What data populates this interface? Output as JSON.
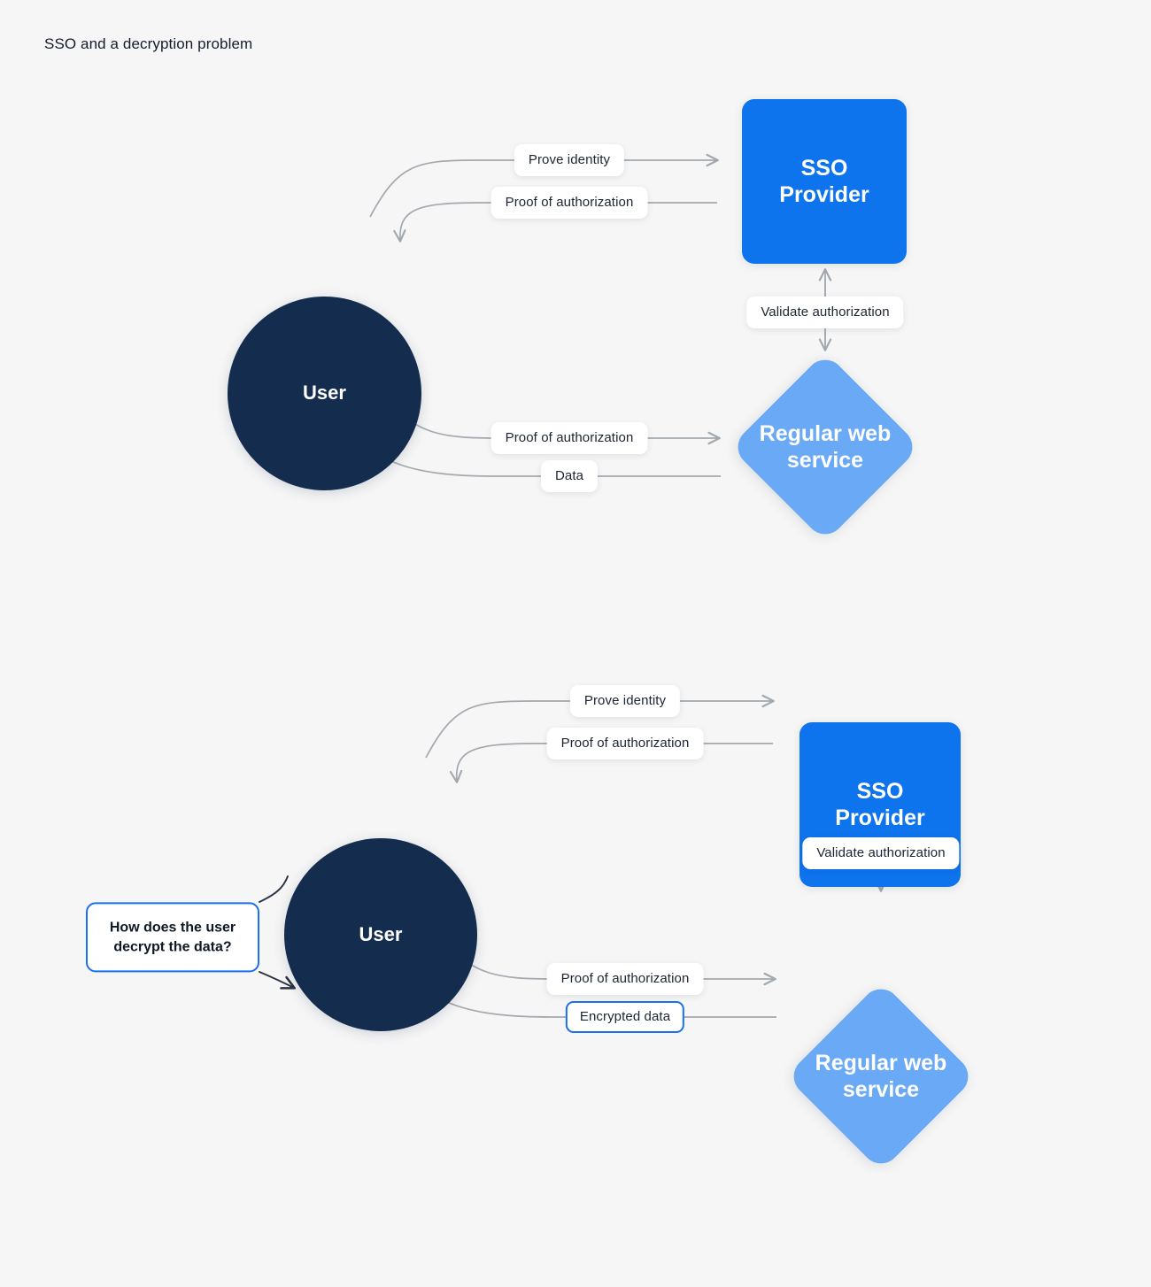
{
  "page": {
    "title": "SSO and a decryption problem",
    "background_color": "#f6f6f6"
  },
  "palette": {
    "sso_blue": "#0d74ee",
    "user_navy": "#142c4d",
    "service_light_blue": "#6aa9f5",
    "highlight_border": "#1a6ef0",
    "edge_gray": "#a3a8ae",
    "callout_connector": "#2b3445",
    "label_bg": "#ffffff",
    "text_dark": "#1d2433"
  },
  "diagrams": [
    {
      "id": "top",
      "name": "sso-flow-plain-data",
      "nodes": {
        "user": {
          "label": "User",
          "shape": "circle"
        },
        "sso": {
          "label": "SSO\nProvider",
          "line1": "SSO",
          "line2": "Provider",
          "shape": "rounded-square"
        },
        "service": {
          "label": "Regular web\nservice",
          "line1": "Regular web",
          "line2": "service",
          "shape": "diamond"
        }
      },
      "edges": [
        {
          "id": "prove-identity",
          "label": "Prove identity",
          "from": "user",
          "to": "sso",
          "direction": "right",
          "highlighted": false
        },
        {
          "id": "proof-of-authorization-sso",
          "label": "Proof of authorization",
          "from": "sso",
          "to": "user",
          "direction": "left",
          "highlighted": false
        },
        {
          "id": "validate-authorization",
          "label": "Validate authorization",
          "from": "service",
          "to": "sso",
          "direction": "both",
          "highlighted": false
        },
        {
          "id": "proof-of-authorization-service",
          "label": "Proof of authorization",
          "from": "user",
          "to": "service",
          "direction": "right",
          "highlighted": false
        },
        {
          "id": "data",
          "label": "Data",
          "from": "service",
          "to": "user",
          "direction": "left",
          "highlighted": false
        }
      ]
    },
    {
      "id": "bottom",
      "name": "sso-flow-encrypted-data",
      "nodes": {
        "user": {
          "label": "User",
          "shape": "circle"
        },
        "sso": {
          "label": "SSO\nProvider",
          "line1": "SSO",
          "line2": "Provider",
          "shape": "rounded-square"
        },
        "service": {
          "label": "Regular web\nservice",
          "line1": "Regular web",
          "line2": "service",
          "shape": "diamond"
        }
      },
      "edges": [
        {
          "id": "prove-identity",
          "label": "Prove identity",
          "from": "user",
          "to": "sso",
          "direction": "right",
          "highlighted": false
        },
        {
          "id": "proof-of-authorization-sso",
          "label": "Proof of authorization",
          "from": "sso",
          "to": "user",
          "direction": "left",
          "highlighted": false
        },
        {
          "id": "validate-authorization",
          "label": "Validate authorization",
          "from": "service",
          "to": "sso",
          "direction": "both",
          "highlighted": false
        },
        {
          "id": "proof-of-authorization-service",
          "label": "Proof of authorization",
          "from": "user",
          "to": "service",
          "direction": "right",
          "highlighted": false
        },
        {
          "id": "encrypted-data",
          "label": "Encrypted data",
          "from": "service",
          "to": "user",
          "direction": "left",
          "highlighted": true
        }
      ],
      "callout": {
        "id": "decrypt-question",
        "line1": "How does the user",
        "line2": "decrypt the data?",
        "text": "How does the user decrypt the data?"
      }
    }
  ]
}
